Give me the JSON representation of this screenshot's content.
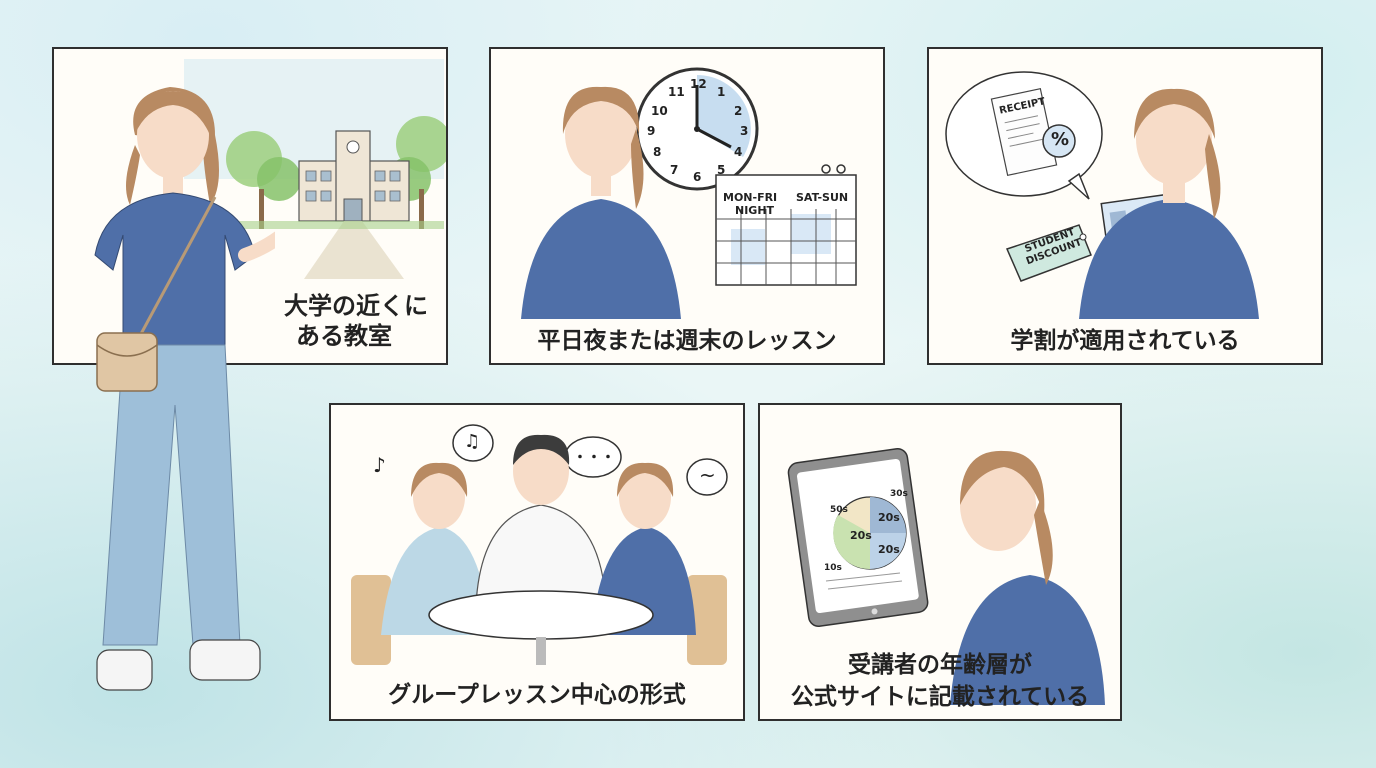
{
  "panels": {
    "campus": {
      "caption_line1": "大学の近くに",
      "caption_line2": "ある教室"
    },
    "schedule": {
      "caption": "平日夜または週末のレッスン",
      "clock_numbers": [
        "12",
        "1",
        "2",
        "3",
        "4",
        "5",
        "6",
        "7",
        "8",
        "9",
        "10",
        "11"
      ],
      "calendar_col1_line1": "MON-FRI",
      "calendar_col1_line2": "NIGHT",
      "calendar_col2": "SAT-SUN"
    },
    "discount": {
      "caption": "学割が適用されている",
      "receipt_label": "RECEIPT",
      "percent_symbol": "%",
      "tag_line1": "STUDENT",
      "tag_line2": "DISCOUNT"
    },
    "group": {
      "caption": "グループレッスン中心の形式",
      "bubble_music": "♫",
      "bubble_dots": "・・・",
      "bubble_wave": "~",
      "music_note": "♪"
    },
    "age": {
      "caption_line1": "受講者の年齢層が",
      "caption_line2": "公式サイトに記載されている",
      "chart_labels": [
        "50s",
        "30s",
        "20s",
        "20s",
        "20s",
        "10s"
      ]
    }
  },
  "colors": {
    "shirt": "#4f6fa8",
    "jeans": "#9ebfd9",
    "hair": "#b88a62",
    "skin": "#f7dcc8",
    "frame": "#2f2f2f"
  }
}
